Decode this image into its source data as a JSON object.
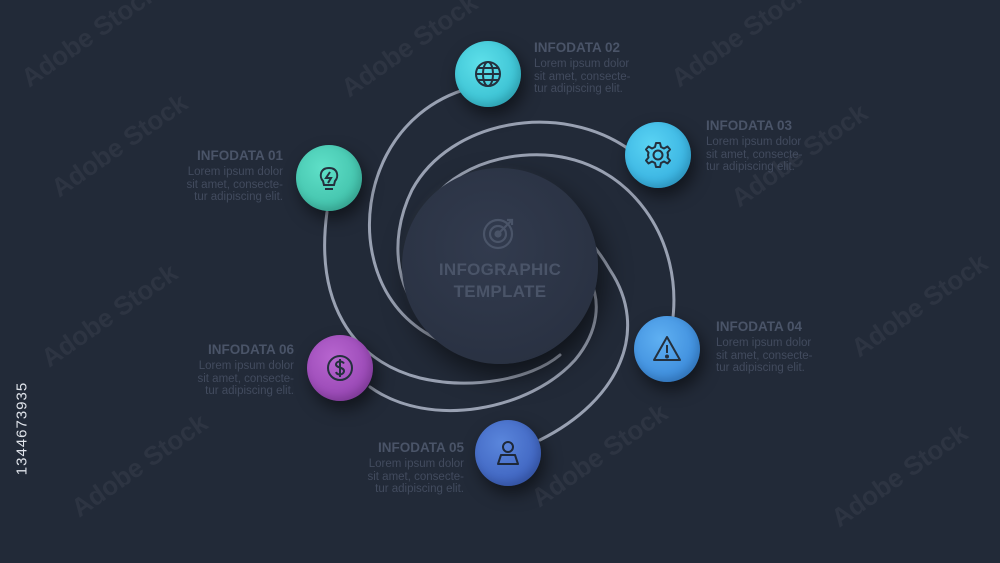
{
  "hub": {
    "line1": "INFOGRAPHIC",
    "line2": "TEMPLATE",
    "icon": "target-icon"
  },
  "items": [
    {
      "title": "INFODATA 01",
      "lines": [
        "Lorem ipsum dolor",
        "sit amet, consecte-",
        "tur adipiscing elit."
      ],
      "icon": "lightbulb-icon",
      "color": "#3ec6b0"
    },
    {
      "title": "INFODATA 02",
      "lines": [
        "Lorem ipsum dolor",
        "sit amet, consecte-",
        "tur adipiscing elit."
      ],
      "icon": "globe-icon",
      "color": "#35c4d6"
    },
    {
      "title": "INFODATA 03",
      "lines": [
        "Lorem ipsum dolor",
        "sit amet, consecte-",
        "tur adipiscing elit."
      ],
      "icon": "gear-icon",
      "color": "#37b5e6"
    },
    {
      "title": "INFODATA 04",
      "lines": [
        "Lorem ipsum dolor",
        "sit amet, consecte-",
        "tur adipiscing elit."
      ],
      "icon": "warning-icon",
      "color": "#3b8fe0"
    },
    {
      "title": "INFODATA 05",
      "lines": [
        "Lorem ipsum dolor",
        "sit amet, consecte-",
        "tur adipiscing elit."
      ],
      "icon": "user-icon",
      "color": "#4068c8"
    },
    {
      "title": "INFODATA 06",
      "lines": [
        "Lorem ipsum dolor",
        "sit amet, consecte-",
        "tur adipiscing elit."
      ],
      "icon": "dollar-icon",
      "color": "#9a46b8"
    }
  ],
  "watermark": {
    "side_id": "1344673935",
    "brand": "Adobe Stock"
  }
}
